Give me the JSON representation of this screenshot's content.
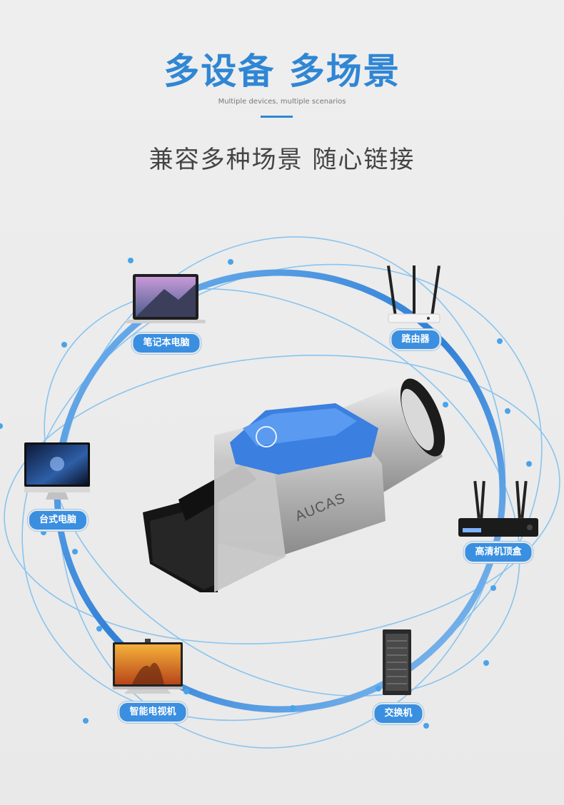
{
  "header": {
    "title": "多设备 多场景",
    "subtitle": "Multiple devices, multiple scenarios",
    "slogan": "兼容多种场景 随心链接"
  },
  "product": {
    "brand": "AUCAS"
  },
  "devices": [
    {
      "key": "laptop",
      "label": "笔记本电脑",
      "icon": "laptop-icon"
    },
    {
      "key": "router",
      "label": "路由器",
      "icon": "router-icon"
    },
    {
      "key": "desktop",
      "label": "台式电脑",
      "icon": "desktop-icon"
    },
    {
      "key": "settop",
      "label": "高清机顶盒",
      "icon": "set-top-box-icon"
    },
    {
      "key": "tv",
      "label": "智能电视机",
      "icon": "smart-tv-icon"
    },
    {
      "key": "switch",
      "label": "交换机",
      "icon": "switch-rack-icon"
    }
  ],
  "colors": {
    "accent": "#2f86d4",
    "label_bg": "#3a8fe0",
    "ring": "#3b8de0"
  }
}
